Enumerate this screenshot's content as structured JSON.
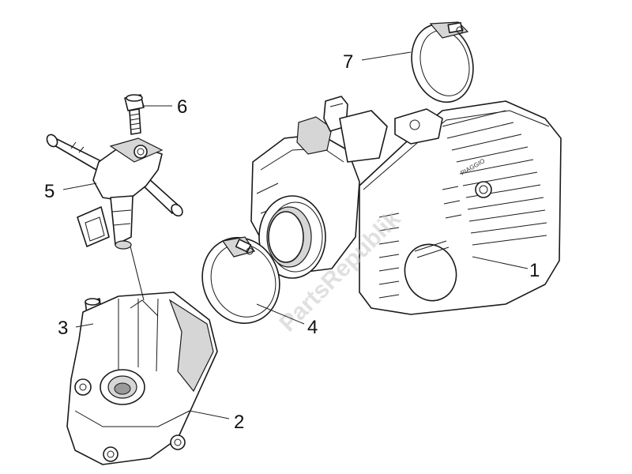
{
  "diagram": {
    "parts": [
      {
        "id": "part-1",
        "label": "1"
      },
      {
        "id": "part-2",
        "label": "2"
      },
      {
        "id": "part-3",
        "label": "3"
      },
      {
        "id": "part-4",
        "label": "4"
      },
      {
        "id": "part-5",
        "label": "5"
      },
      {
        "id": "part-6",
        "label": "6"
      },
      {
        "id": "part-7",
        "label": "7"
      }
    ],
    "watermark": "PartsRepublik",
    "housing_text": "PIAGGIO",
    "colors": {
      "line": "#1a1a1a",
      "shade": "#d6d6d6",
      "background": "#ffffff"
    }
  }
}
